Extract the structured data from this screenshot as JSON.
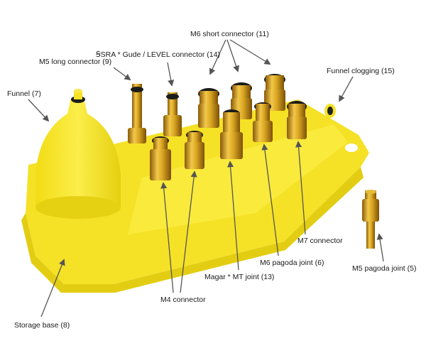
{
  "labels": {
    "m6_short": "M6 short connector (11)",
    "sram": "ꞨSRA * Gude / LEVEL connector (14)",
    "m5_long": "M5 long connector (9)",
    "funnel_clogging": "Funnel clogging (15)",
    "funnel": "Funnel (7)",
    "m7": "M7 connector",
    "m6_pagoda": "M6 pagoda joint (6)",
    "m5_pagoda": "M5 pagoda joint (5)",
    "magura": "Magar * MT joint (13)",
    "m4": "M4 connector",
    "storage_base": "Storage base (8)"
  },
  "colors": {
    "base_yellow": "#f7e62c",
    "base_shadow": "#e0cc10",
    "brass": "#d9a521",
    "brass_dark": "#9c6a0c",
    "oring": "#1c1c1c",
    "arrow": "#555555"
  }
}
